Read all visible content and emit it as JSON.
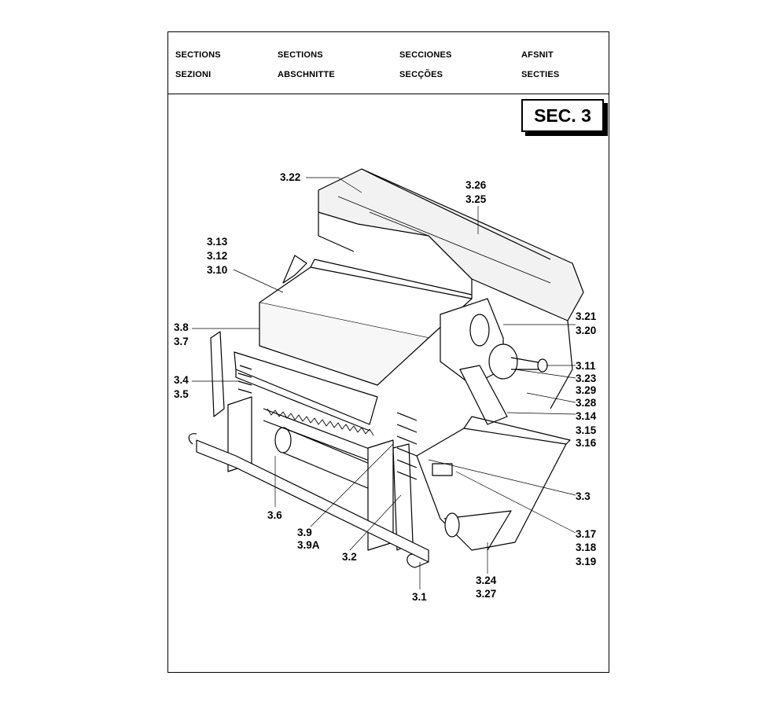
{
  "header": {
    "row1": [
      "SECTIONS",
      "SECTIONS",
      "SECCIONES",
      "AFSNIT"
    ],
    "row2": [
      "SEZIONI",
      "ABSCHNITTE",
      "SECÇÕES",
      "SECTIES"
    ]
  },
  "section_badge": "SEC. 3",
  "callouts": {
    "c3_22": "3.22",
    "c3_26": "3.26",
    "c3_25": "3.25",
    "c3_13": "3.13",
    "c3_12": "3.12",
    "c3_10": "3.10",
    "c3_8": "3.8",
    "c3_7": "3.7",
    "c3_4": "3.4",
    "c3_5": "3.5",
    "c3_21": "3.21",
    "c3_20": "3.20",
    "c3_11": "3.11",
    "c3_23": "3.23",
    "c3_29": "3.29",
    "c3_28": "3.28",
    "c3_14": "3.14",
    "c3_15": "3.15",
    "c3_16": "3.16",
    "c3_3": "3.3",
    "c3_6": "3.6",
    "c3_9": "3.9",
    "c3_9A": "3.9A",
    "c3_2": "3.2",
    "c3_17": "3.17",
    "c3_18": "3.18",
    "c3_19": "3.19",
    "c3_24": "3.24",
    "c3_27": "3.27",
    "c3_1": "3.1"
  }
}
